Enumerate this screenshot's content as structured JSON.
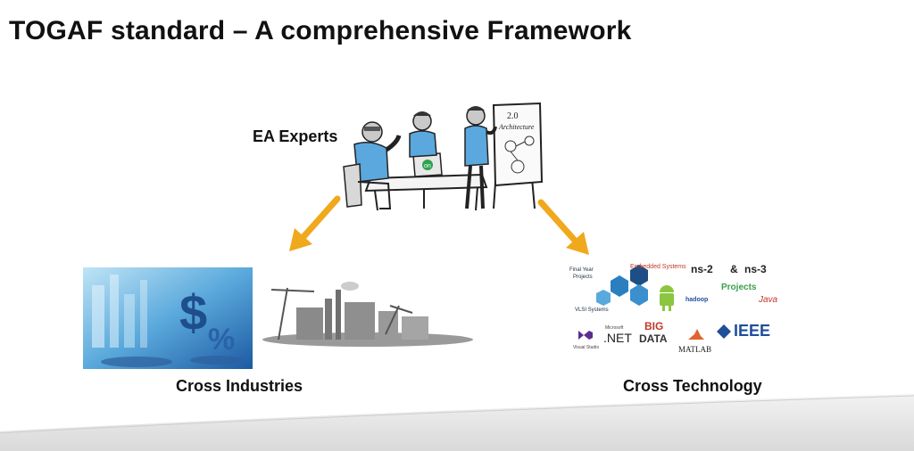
{
  "slide": {
    "title": "TOGAF standard – A comprehensive Framework"
  },
  "labels": {
    "ea_experts": "EA Experts",
    "cross_industries": "Cross Industries",
    "cross_technology": "Cross Technology"
  },
  "illustration": {
    "whiteboard_line1": "2.0",
    "whiteboard_line2": "Architecture",
    "laptop_badge": "on"
  },
  "tech_collage": {
    "final_year": "Final Year",
    "projects_small": "Projects",
    "embedded": "Embedded Systems",
    "ns2": "ns-2",
    "amp": "&",
    "ns3": "ns-3",
    "projects": "Projects",
    "java": "Java",
    "vlsi": "VLSI Systems",
    "hadoop": "hadoop",
    "visual_studio": "Visual Studio",
    "microsoft": "Microsoft",
    "dotnet": ".NET",
    "big": "BIG",
    "data": "DATA",
    "matlab": "MATLAB",
    "ieee": "IEEE"
  },
  "colors": {
    "arrow": "#F0A81C",
    "shirt": "#5AA8DD",
    "ieee": "#1F4E9A"
  }
}
